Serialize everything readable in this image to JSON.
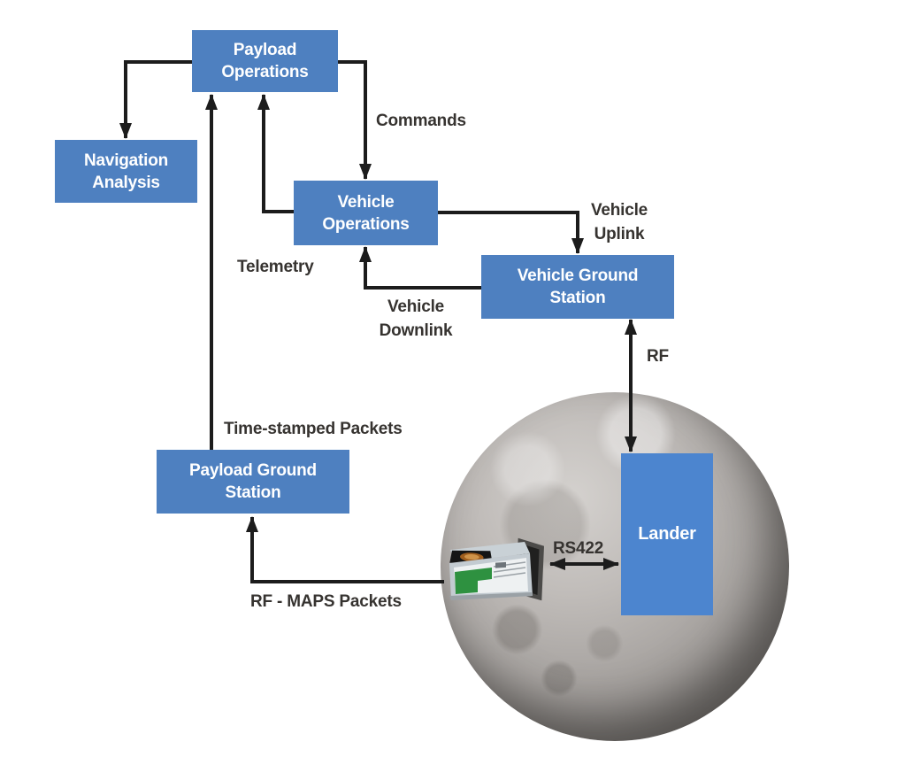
{
  "diagram": {
    "nodes": {
      "payload_operations": "Payload\nOperations",
      "navigation_analysis": "Navigation\nAnalysis",
      "vehicle_operations": "Vehicle\nOperations",
      "vehicle_ground_station": "Vehicle Ground\nStation",
      "payload_ground_station": "Payload Ground\nStation",
      "lander": "Lander"
    },
    "edge_labels": {
      "commands": "Commands",
      "telemetry": "Telemetry",
      "vehicle_uplink": "Vehicle\nUplink",
      "vehicle_downlink": "Vehicle\nDownlink",
      "rf": "RF",
      "time_stamped_packets": "Time-stamped Packets",
      "rs422": "RS422",
      "rf_maps_packets": "RF - MAPS Packets"
    },
    "connections": [
      {
        "from": "payload_operations",
        "to": "navigation_analysis",
        "label": "",
        "bidirectional": false
      },
      {
        "from": "payload_operations",
        "to": "vehicle_operations",
        "label": "Commands",
        "bidirectional": false
      },
      {
        "from": "vehicle_operations",
        "to": "payload_operations",
        "label": "Telemetry",
        "bidirectional": false
      },
      {
        "from": "vehicle_operations",
        "to": "vehicle_ground_station",
        "label": "Vehicle Uplink",
        "bidirectional": false
      },
      {
        "from": "vehicle_ground_station",
        "to": "vehicle_operations",
        "label": "Vehicle Downlink",
        "bidirectional": false
      },
      {
        "from": "vehicle_ground_station",
        "to": "lander",
        "label": "RF",
        "bidirectional": true
      },
      {
        "from": "maps_instrument",
        "to": "lander",
        "label": "RS422",
        "bidirectional": true
      },
      {
        "from": "maps_instrument",
        "to": "payload_ground_station",
        "label": "RF - MAPS Packets",
        "bidirectional": false
      },
      {
        "from": "payload_ground_station",
        "to": "payload_operations",
        "label": "Time-stamped Packets",
        "bidirectional": false
      }
    ],
    "colors": {
      "node_fill": "#4e80c0",
      "lander_fill": "#4c85cf",
      "node_text": "#ffffff",
      "connector": "#1c1c1c",
      "label_text": "#363330"
    }
  }
}
